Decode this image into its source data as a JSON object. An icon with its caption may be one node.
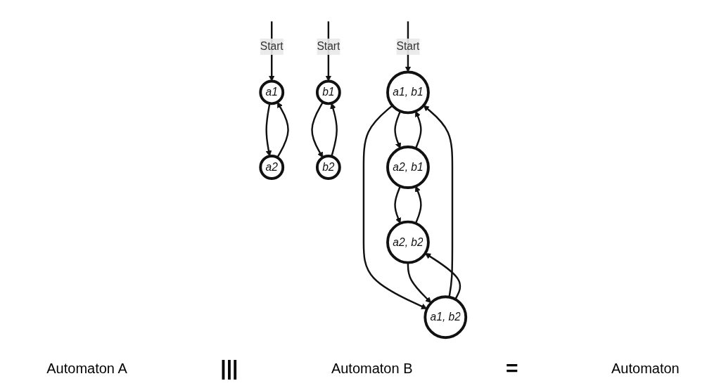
{
  "diagram": {
    "nodes": [
      {
        "text": [
          "a1"
        ]
      },
      {
        "text": [
          "a2"
        ]
      },
      {
        "text": [
          "b1"
        ]
      },
      {
        "text": [
          "b2"
        ]
      },
      {
        "text": [
          "a1, b1"
        ]
      },
      {
        "text": [
          "a2, b1"
        ]
      },
      {
        "text": [
          "a1, b2"
        ]
      },
      {
        "text": [
          "a2, b2"
        ]
      }
    ],
    "edges": [
      {
        "from": null,
        "to": 0,
        "arrow": "to",
        "label": "Start"
      },
      {
        "from": 0,
        "to": 1,
        "arrow": "to"
      },
      {
        "from": 1,
        "to": 0,
        "arrow": "to"
      },
      {
        "from": null,
        "to": 2,
        "arrow": "to",
        "label": "Start"
      },
      {
        "from": 2,
        "to": 3,
        "arrow": "to"
      },
      {
        "from": 3,
        "to": 2,
        "arrow": "to"
      },
      {
        "from": null,
        "to": 4,
        "arrow": "to",
        "label": "Start"
      },
      {
        "from": 4,
        "to": 5,
        "arrow": "to"
      },
      {
        "from": 5,
        "to": 4,
        "arrow": "to"
      },
      {
        "from": 4,
        "to": 6,
        "arrow": "to"
      },
      {
        "from": 6,
        "to": 4,
        "arrow": "to"
      },
      {
        "from": 5,
        "to": 7,
        "arrow": "to"
      },
      {
        "from": 7,
        "to": 5,
        "arrow": "to"
      },
      {
        "from": 6,
        "to": 7,
        "arrow": "to"
      },
      {
        "from": 7,
        "to": 6,
        "arrow": "to"
      }
    ],
    "labels": [
      "Automaton A",
      "|||",
      "Automaton B",
      "=",
      "Automaton"
    ]
  }
}
